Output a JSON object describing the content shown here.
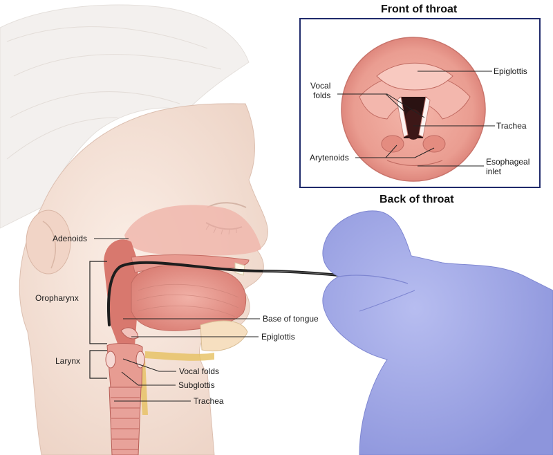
{
  "inset": {
    "title": "Front of throat",
    "labels": {
      "epiglottis": "Epiglottis",
      "vocal_folds": "Vocal\nfolds",
      "trachea": "Trachea",
      "arytenoids": "Arytenoids",
      "esophageal_inlet": "Esophageal\ninlet"
    }
  },
  "main": {
    "back_title": "Back of throat",
    "labels": {
      "adenoids": "Adenoids",
      "oropharynx": "Oropharynx",
      "larynx": "Larynx",
      "base_of_tongue": "Base of tongue",
      "epiglottis": "Epiglottis",
      "vocal_folds": "Vocal folds",
      "subglottis": "Subglottis",
      "trachea": "Trachea"
    }
  },
  "colors": {
    "inset_border": "#1f2a6b",
    "glove": "#9ea6e6",
    "tissue": "#e8a49c",
    "skin": "#f3e1d6",
    "scope": "#222222"
  }
}
